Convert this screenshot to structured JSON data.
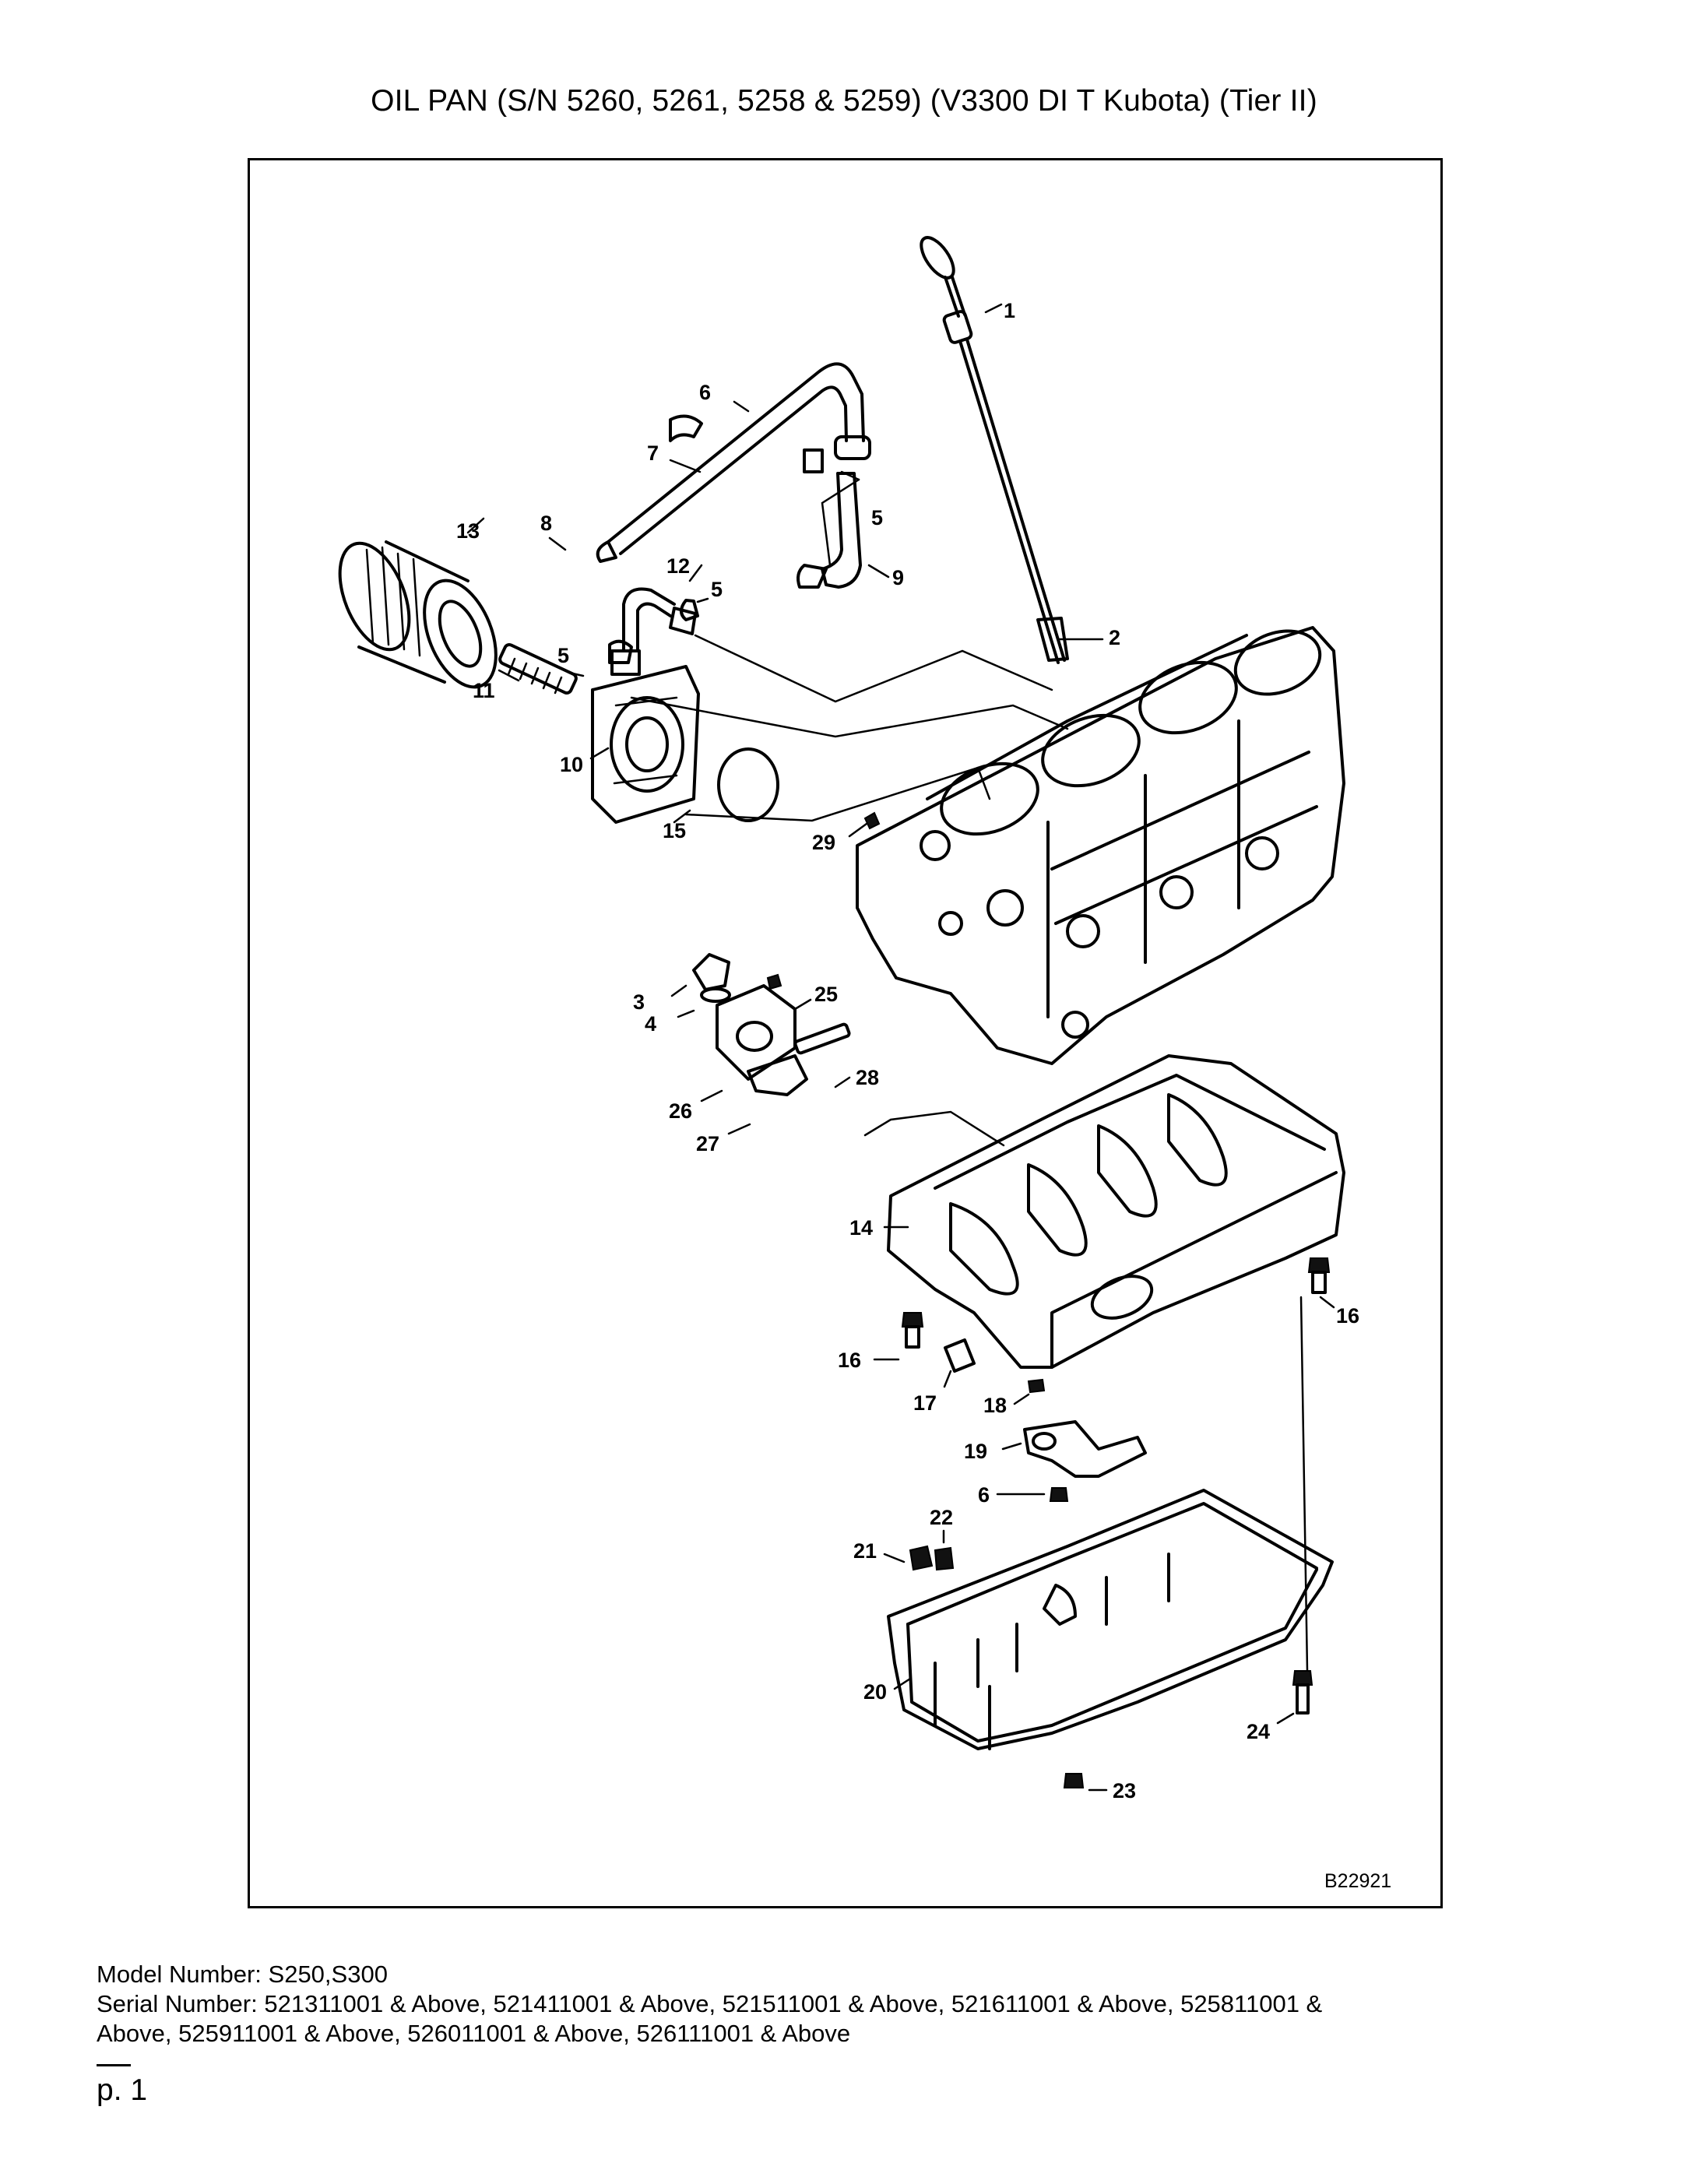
{
  "document": {
    "title": "OIL PAN (S/N 5260, 5261, 5258 & 5259) (V3300 DI T Kubota) (Tier II)",
    "figure_id": "B22921",
    "callouts": [
      "1",
      "2",
      "3",
      "4",
      "5",
      "5",
      "5",
      "6",
      "6",
      "7",
      "8",
      "9",
      "10",
      "11",
      "12",
      "13",
      "14",
      "15",
      "16",
      "16",
      "17",
      "18",
      "19",
      "20",
      "21",
      "22",
      "23",
      "24",
      "25",
      "26",
      "27",
      "28",
      "29"
    ],
    "model_label": "Model Number: S250,S300",
    "serial_line_1": "Serial Number: 521311001 & Above, 521411001 & Above, 521511001 & Above, 521611001 & Above, 525811001 &",
    "serial_line_2": "Above, 525911001 & Above, 526011001 & Above, 526111001 & Above",
    "page_label": "p. 1"
  }
}
